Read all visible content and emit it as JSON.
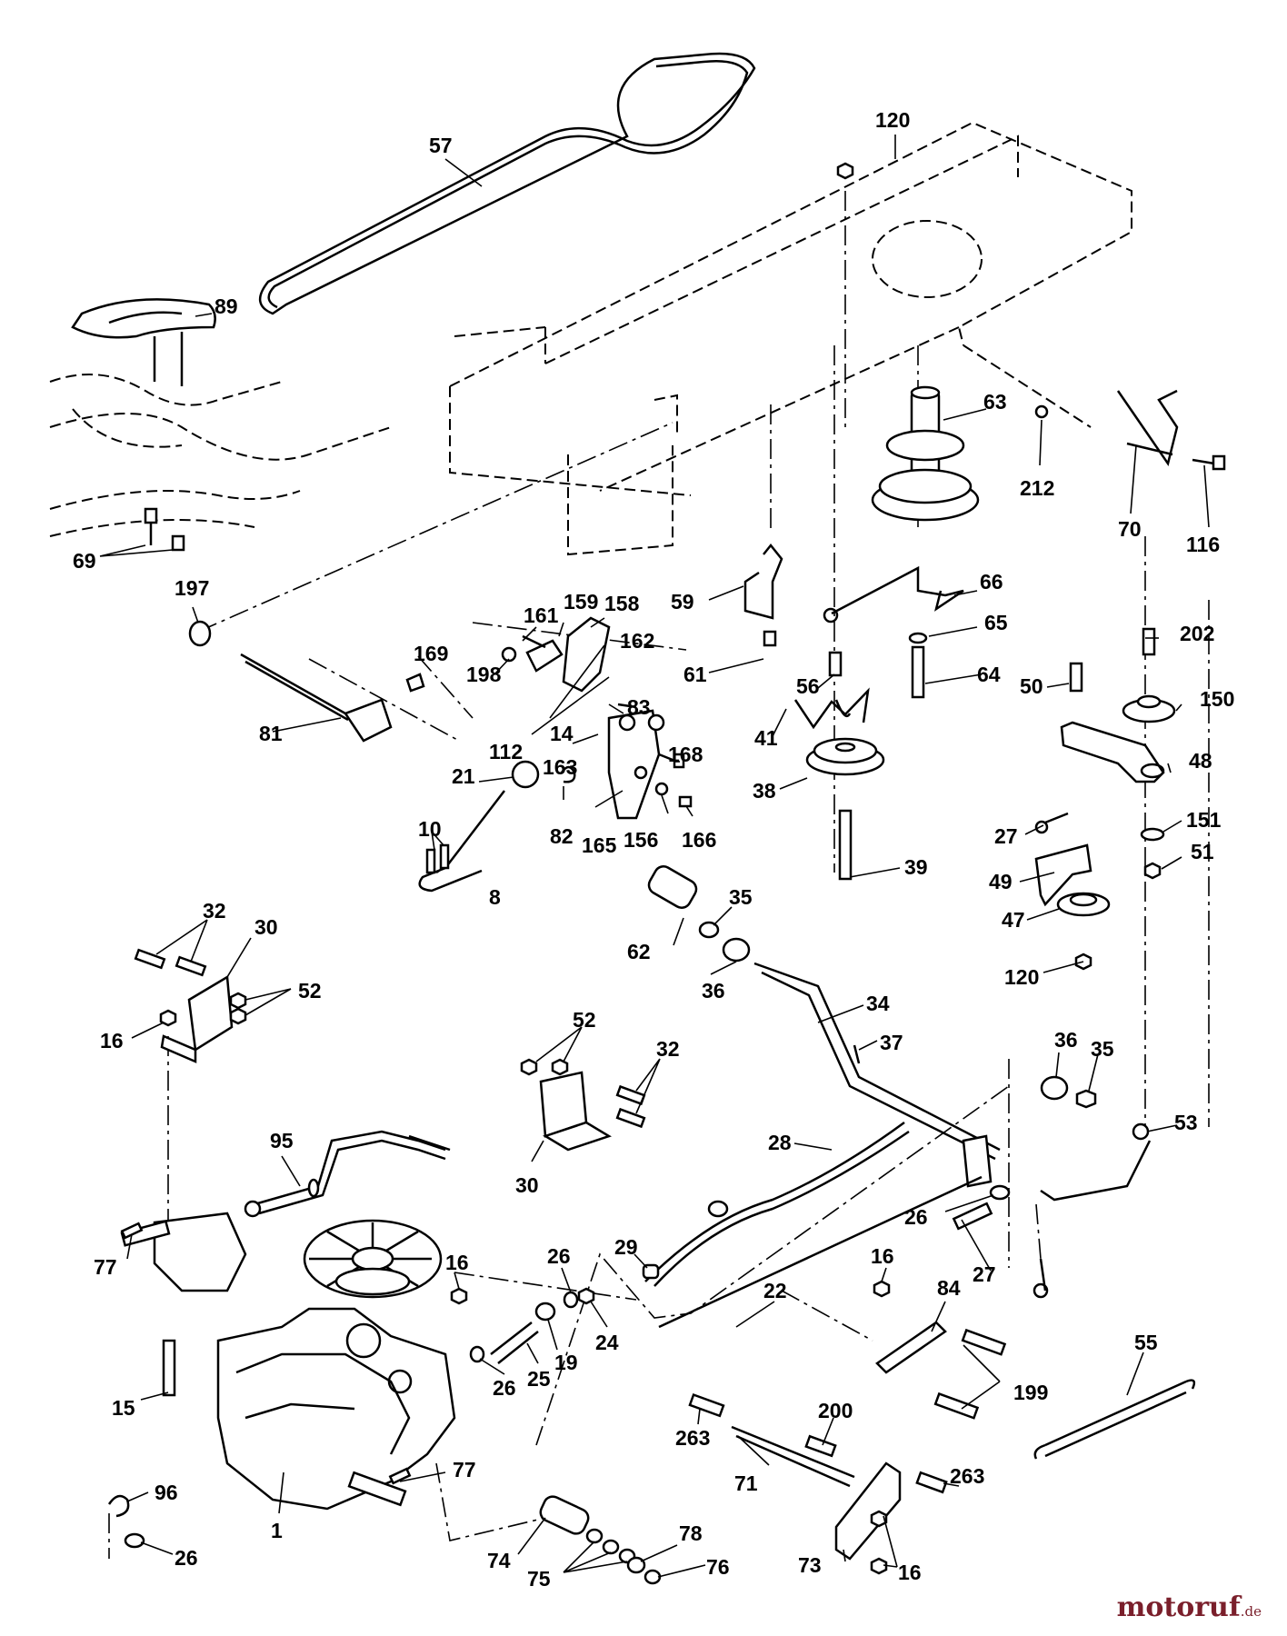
{
  "watermark": {
    "brand": "motoruf",
    "tld": ".de"
  },
  "callouts": [
    {
      "id": "57",
      "text": "57"
    },
    {
      "id": "120a",
      "text": "120"
    },
    {
      "id": "89",
      "text": "89"
    },
    {
      "id": "63",
      "text": "63"
    },
    {
      "id": "212",
      "text": "212"
    },
    {
      "id": "70",
      "text": "70"
    },
    {
      "id": "116",
      "text": "116"
    },
    {
      "id": "69",
      "text": "69"
    },
    {
      "id": "197",
      "text": "197"
    },
    {
      "id": "161",
      "text": "161"
    },
    {
      "id": "159",
      "text": "159"
    },
    {
      "id": "158",
      "text": "158"
    },
    {
      "id": "59",
      "text": "59"
    },
    {
      "id": "66",
      "text": "66"
    },
    {
      "id": "169",
      "text": "169"
    },
    {
      "id": "162",
      "text": "162"
    },
    {
      "id": "65",
      "text": "65"
    },
    {
      "id": "202",
      "text": "202"
    },
    {
      "id": "198",
      "text": "198"
    },
    {
      "id": "61",
      "text": "61"
    },
    {
      "id": "64",
      "text": "64"
    },
    {
      "id": "56",
      "text": "56"
    },
    {
      "id": "50",
      "text": "50"
    },
    {
      "id": "150",
      "text": "150"
    },
    {
      "id": "83",
      "text": "83"
    },
    {
      "id": "81",
      "text": "81"
    },
    {
      "id": "14",
      "text": "14"
    },
    {
      "id": "41",
      "text": "41"
    },
    {
      "id": "112",
      "text": "112"
    },
    {
      "id": "168",
      "text": "168"
    },
    {
      "id": "163",
      "text": "163"
    },
    {
      "id": "48",
      "text": "48"
    },
    {
      "id": "21",
      "text": "21"
    },
    {
      "id": "38",
      "text": "38"
    },
    {
      "id": "10",
      "text": "10"
    },
    {
      "id": "27a",
      "text": "27"
    },
    {
      "id": "151",
      "text": "151"
    },
    {
      "id": "82",
      "text": "82"
    },
    {
      "id": "165",
      "text": "165"
    },
    {
      "id": "156",
      "text": "156"
    },
    {
      "id": "166",
      "text": "166"
    },
    {
      "id": "51",
      "text": "51"
    },
    {
      "id": "39",
      "text": "39"
    },
    {
      "id": "49",
      "text": "49"
    },
    {
      "id": "8",
      "text": "8"
    },
    {
      "id": "35a",
      "text": "35"
    },
    {
      "id": "32a",
      "text": "32"
    },
    {
      "id": "47",
      "text": "47"
    },
    {
      "id": "30a",
      "text": "30"
    },
    {
      "id": "62",
      "text": "62"
    },
    {
      "id": "120b",
      "text": "120"
    },
    {
      "id": "36a",
      "text": "36"
    },
    {
      "id": "52a",
      "text": "52"
    },
    {
      "id": "34",
      "text": "34"
    },
    {
      "id": "16a",
      "text": "16"
    },
    {
      "id": "37",
      "text": "37"
    },
    {
      "id": "52b",
      "text": "52"
    },
    {
      "id": "36b",
      "text": "36"
    },
    {
      "id": "35b",
      "text": "35"
    },
    {
      "id": "32b",
      "text": "32"
    },
    {
      "id": "53",
      "text": "53"
    },
    {
      "id": "95",
      "text": "95"
    },
    {
      "id": "28",
      "text": "28"
    },
    {
      "id": "30b",
      "text": "30"
    },
    {
      "id": "26a",
      "text": "26"
    },
    {
      "id": "77a",
      "text": "77"
    },
    {
      "id": "29",
      "text": "29"
    },
    {
      "id": "26b",
      "text": "26"
    },
    {
      "id": "16b",
      "text": "16"
    },
    {
      "id": "27b",
      "text": "27"
    },
    {
      "id": "16c",
      "text": "16"
    },
    {
      "id": "22",
      "text": "22"
    },
    {
      "id": "84",
      "text": "84"
    },
    {
      "id": "24",
      "text": "24"
    },
    {
      "id": "19",
      "text": "19"
    },
    {
      "id": "55",
      "text": "55"
    },
    {
      "id": "25",
      "text": "25"
    },
    {
      "id": "26c",
      "text": "26"
    },
    {
      "id": "15",
      "text": "15"
    },
    {
      "id": "199",
      "text": "199"
    },
    {
      "id": "200",
      "text": "200"
    },
    {
      "id": "263a",
      "text": "263"
    },
    {
      "id": "77b",
      "text": "77"
    },
    {
      "id": "96",
      "text": "96"
    },
    {
      "id": "71",
      "text": "71"
    },
    {
      "id": "263b",
      "text": "263"
    },
    {
      "id": "1",
      "text": "1"
    },
    {
      "id": "78",
      "text": "78"
    },
    {
      "id": "26d",
      "text": "26"
    },
    {
      "id": "74",
      "text": "74"
    },
    {
      "id": "76",
      "text": "76"
    },
    {
      "id": "73",
      "text": "73"
    },
    {
      "id": "16d",
      "text": "16"
    },
    {
      "id": "75",
      "text": "75"
    }
  ]
}
